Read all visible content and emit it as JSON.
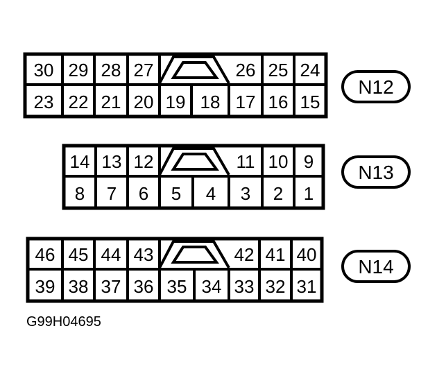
{
  "connectors": [
    {
      "label": "N12",
      "top_left": [
        "30",
        "29",
        "28",
        "27"
      ],
      "top_right": [
        "26",
        "25",
        "24"
      ],
      "bottom_left": [
        "23",
        "22",
        "21",
        "20"
      ],
      "bottom_mid": [
        "19",
        "18"
      ],
      "bottom_right": [
        "17",
        "16",
        "15"
      ]
    },
    {
      "label": "N13",
      "top_left": [
        "14",
        "13",
        "12"
      ],
      "top_right": [
        "11",
        "10",
        "9"
      ],
      "bottom_left": [
        "8",
        "7",
        "6"
      ],
      "bottom_mid": [
        "5",
        "4"
      ],
      "bottom_right": [
        "3",
        "2",
        "1"
      ]
    },
    {
      "label": "N14",
      "top_left": [
        "46",
        "45",
        "44",
        "43"
      ],
      "top_right": [
        "42",
        "41",
        "40"
      ],
      "bottom_left": [
        "39",
        "38",
        "37",
        "36"
      ],
      "bottom_mid": [
        "35",
        "34"
      ],
      "bottom_right": [
        "33",
        "32",
        "31"
      ]
    }
  ],
  "figure_code": "G99H04695"
}
